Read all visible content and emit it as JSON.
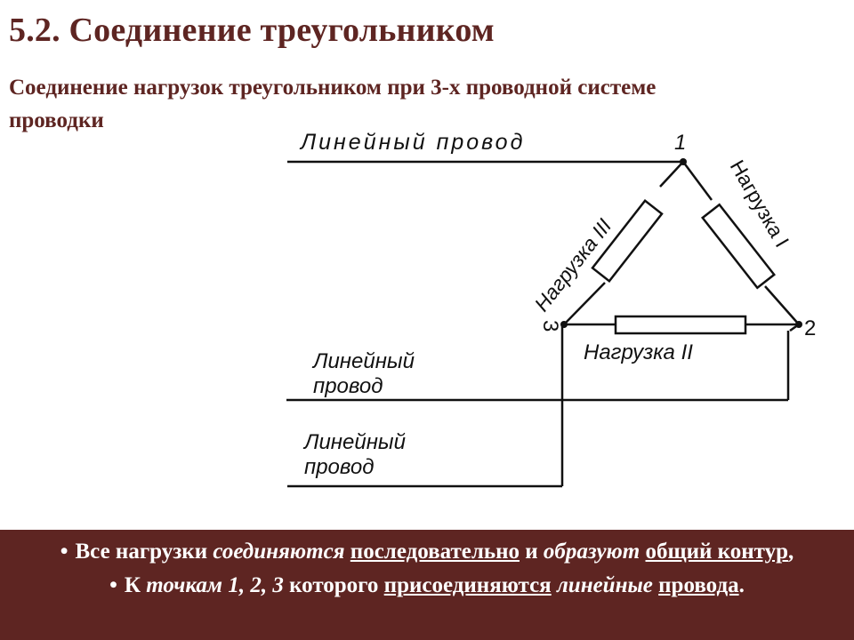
{
  "slide": {
    "title": "5.2. Соединение треугольником",
    "subtitle": "Соединение нагрузок треугольником при 3-х проводной системе проводки"
  },
  "diagram": {
    "nodes": {
      "n1": "1",
      "n2": "2",
      "n3": "3"
    },
    "wire_top_label": "Линейный провод",
    "wire_mid_label_1": "Линейный",
    "wire_mid_label_2": "провод",
    "wire_bot_label_1": "Линейный",
    "wire_bot_label_2": "провод",
    "load_1": "Нагрузка I",
    "load_2": "Нагрузка II",
    "load_3": "Нагрузка III"
  },
  "banner": {
    "bullet": "•",
    "b1_p1": "Все нагрузки ",
    "b1_p2": "соединяются",
    "b1_p3": " ",
    "b1_p4": "последовательно",
    "b1_p5": " и ",
    "b1_p6": "образуют",
    "b1_p7": " ",
    "b1_p8": "общий контур",
    "b1_p9": ",",
    "b2_p1": "К ",
    "b2_p2": "точкам 1, 2, 3",
    "b2_p3": " которого ",
    "b2_p4": "присоединяются",
    "b2_p5": " ",
    "b2_p6": "линейные",
    "b2_p7": " ",
    "b2_p8": "провода",
    "b2_p9": "."
  },
  "colors": {
    "accent": "#5e2522",
    "banner_text": "#ffffff"
  }
}
